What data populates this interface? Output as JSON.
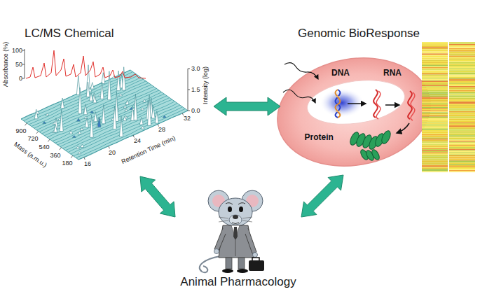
{
  "diagram": {
    "nodes": [
      {
        "text": [
          "LC/MS Chemical"
        ]
      },
      {
        "text": [
          "Genomic BioResponse"
        ]
      },
      {
        "text": [
          "Animal Pharmacology"
        ]
      }
    ],
    "edges": [
      {
        "from": 0,
        "to": 1,
        "arrow": "both"
      },
      {
        "from": 0,
        "to": 2,
        "arrow": "both"
      },
      {
        "from": 1,
        "to": 2,
        "arrow": "both"
      }
    ],
    "labels": [
      "Absorbance (%)",
      "100",
      "50",
      "0",
      "Intensity (log)",
      "3.0",
      "1.5",
      "0.0",
      "Mass (a.m.u.)",
      "900",
      "720",
      "540",
      "360",
      "180",
      "Retention Time (min)",
      "16",
      "20",
      "24",
      "28",
      "32",
      "DNA",
      "RNA",
      "Protein"
    ]
  }
}
